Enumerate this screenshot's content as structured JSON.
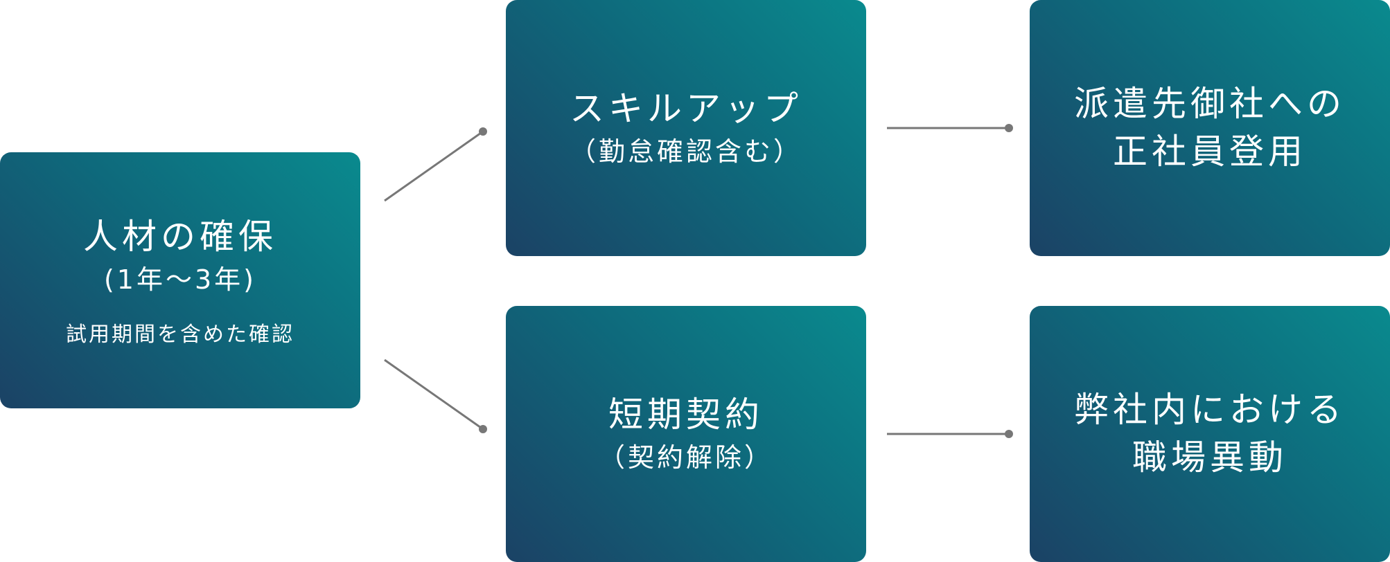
{
  "root": {
    "title": "人材の確保",
    "period": "(1年〜3年)",
    "note": "試用期間を含めた確認"
  },
  "branches": [
    {
      "title": "スキルアップ",
      "subtitle": "（勤怠確認含む）",
      "outcome": [
        "派遣先御社への",
        "正社員登用"
      ]
    },
    {
      "title": "短期契約",
      "subtitle": "（契約解除）",
      "outcome": [
        "弊社内における",
        "職場異動"
      ]
    }
  ],
  "colors": {
    "box_gradient_start": "#1b4265",
    "box_gradient_mid": "#0e6a7c",
    "box_gradient_end": "#0a8a8e",
    "text": "#ffffff",
    "connector": "#777777"
  }
}
